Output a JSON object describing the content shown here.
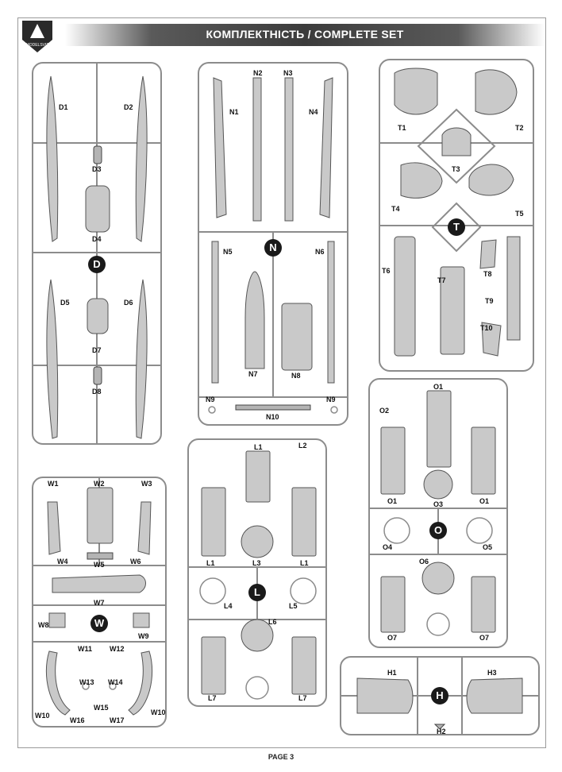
{
  "header": {
    "title": "КОМПЛЕКТНІСТЬ / COMPLETE SET",
    "logo_text": "MODELSVIT"
  },
  "footer": {
    "page": "PAGE 3"
  },
  "sprues": {
    "D": {
      "letter": "D",
      "labels": [
        "D1",
        "D2",
        "D3",
        "D4",
        "D5",
        "D6",
        "D7",
        "D8"
      ]
    },
    "N": {
      "letter": "N",
      "labels": [
        "N1",
        "N2",
        "N3",
        "N4",
        "N5",
        "N6",
        "N7",
        "N8",
        "N9",
        "N9",
        "N10"
      ]
    },
    "T": {
      "letter": "T",
      "labels": [
        "T1",
        "T2",
        "T3",
        "T4",
        "T5",
        "T6",
        "T7",
        "T8",
        "T9",
        "T10"
      ]
    },
    "W": {
      "letter": "W",
      "labels": [
        "W1",
        "W2",
        "W3",
        "W4",
        "W5",
        "W6",
        "W7",
        "W8",
        "W9",
        "W11",
        "W12",
        "W13",
        "W14",
        "W15",
        "W10",
        "W16",
        "W17",
        "W10"
      ]
    },
    "L": {
      "letter": "L",
      "labels": [
        "L1",
        "L2",
        "L1",
        "L3",
        "L1",
        "L4",
        "L5",
        "L6",
        "L7",
        "L7"
      ]
    },
    "O": {
      "letter": "O",
      "labels": [
        "O2",
        "O1",
        "O1",
        "O3",
        "O1",
        "O4",
        "O5",
        "O6",
        "O7",
        "O7"
      ]
    },
    "H": {
      "letter": "H",
      "labels": [
        "H1",
        "H3",
        "H2"
      ]
    }
  }
}
